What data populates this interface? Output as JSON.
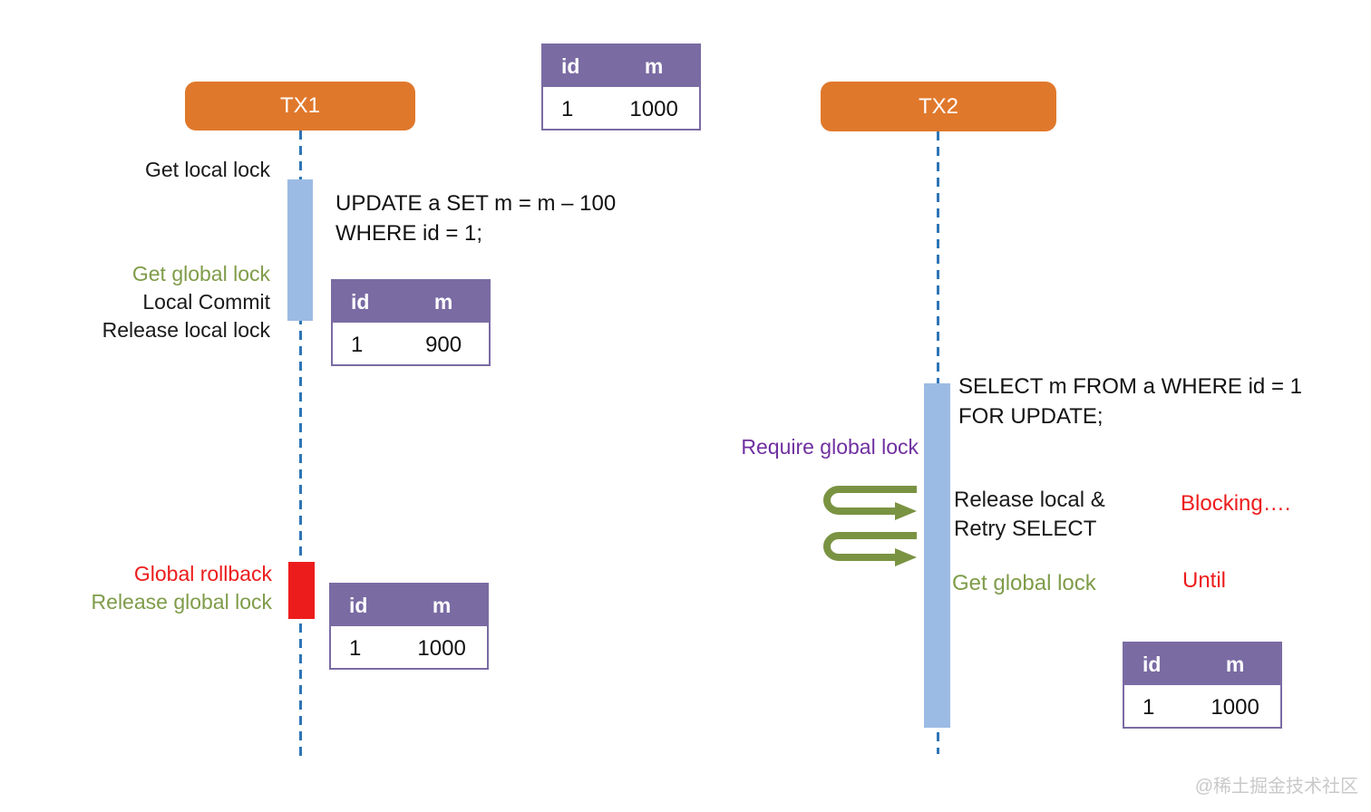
{
  "tx1": {
    "title": "TX1",
    "labels": {
      "get_local_lock": "Get local lock",
      "get_global_lock": "Get global lock",
      "local_commit": "Local Commit",
      "release_local_lock": "Release local lock",
      "global_rollback": "Global rollback",
      "release_global_lock": "Release global lock"
    },
    "sql": [
      "UPDATE a SET m = m – 100",
      "WHERE id = 1;"
    ]
  },
  "tx2": {
    "title": "TX2",
    "labels": {
      "require_global_lock": "Require global lock",
      "release_local": "Release local &",
      "retry_select": "Retry SELECT",
      "blocking": "Blocking….",
      "get_global_lock": "Get global lock",
      "until": "Until"
    },
    "sql": [
      "SELECT m FROM a WHERE id = 1",
      "FOR UPDATE;"
    ]
  },
  "tables": [
    {
      "name": "initial",
      "header": [
        "id",
        "m"
      ],
      "row": [
        "1",
        "1000"
      ]
    },
    {
      "name": "after_update",
      "header": [
        "id",
        "m"
      ],
      "row": [
        "1",
        "900"
      ]
    },
    {
      "name": "after_rollback",
      "header": [
        "id",
        "m"
      ],
      "row": [
        "1",
        "1000"
      ]
    },
    {
      "name": "tx2_result",
      "header": [
        "id",
        "m"
      ],
      "row": [
        "1",
        "1000"
      ]
    }
  ],
  "colors": {
    "header_orange": "#E0782B",
    "table_purple": "#7A6BA3",
    "lock_bar_blue": "#9CBBE4",
    "timeline_blue": "#2E75B6",
    "rollback_red": "#ED1C1C",
    "lock_green": "#7F9C49",
    "loop_arrow_green": "#7A9342",
    "require_purple": "#7030A0"
  },
  "watermark": "@稀土掘金技术社区"
}
